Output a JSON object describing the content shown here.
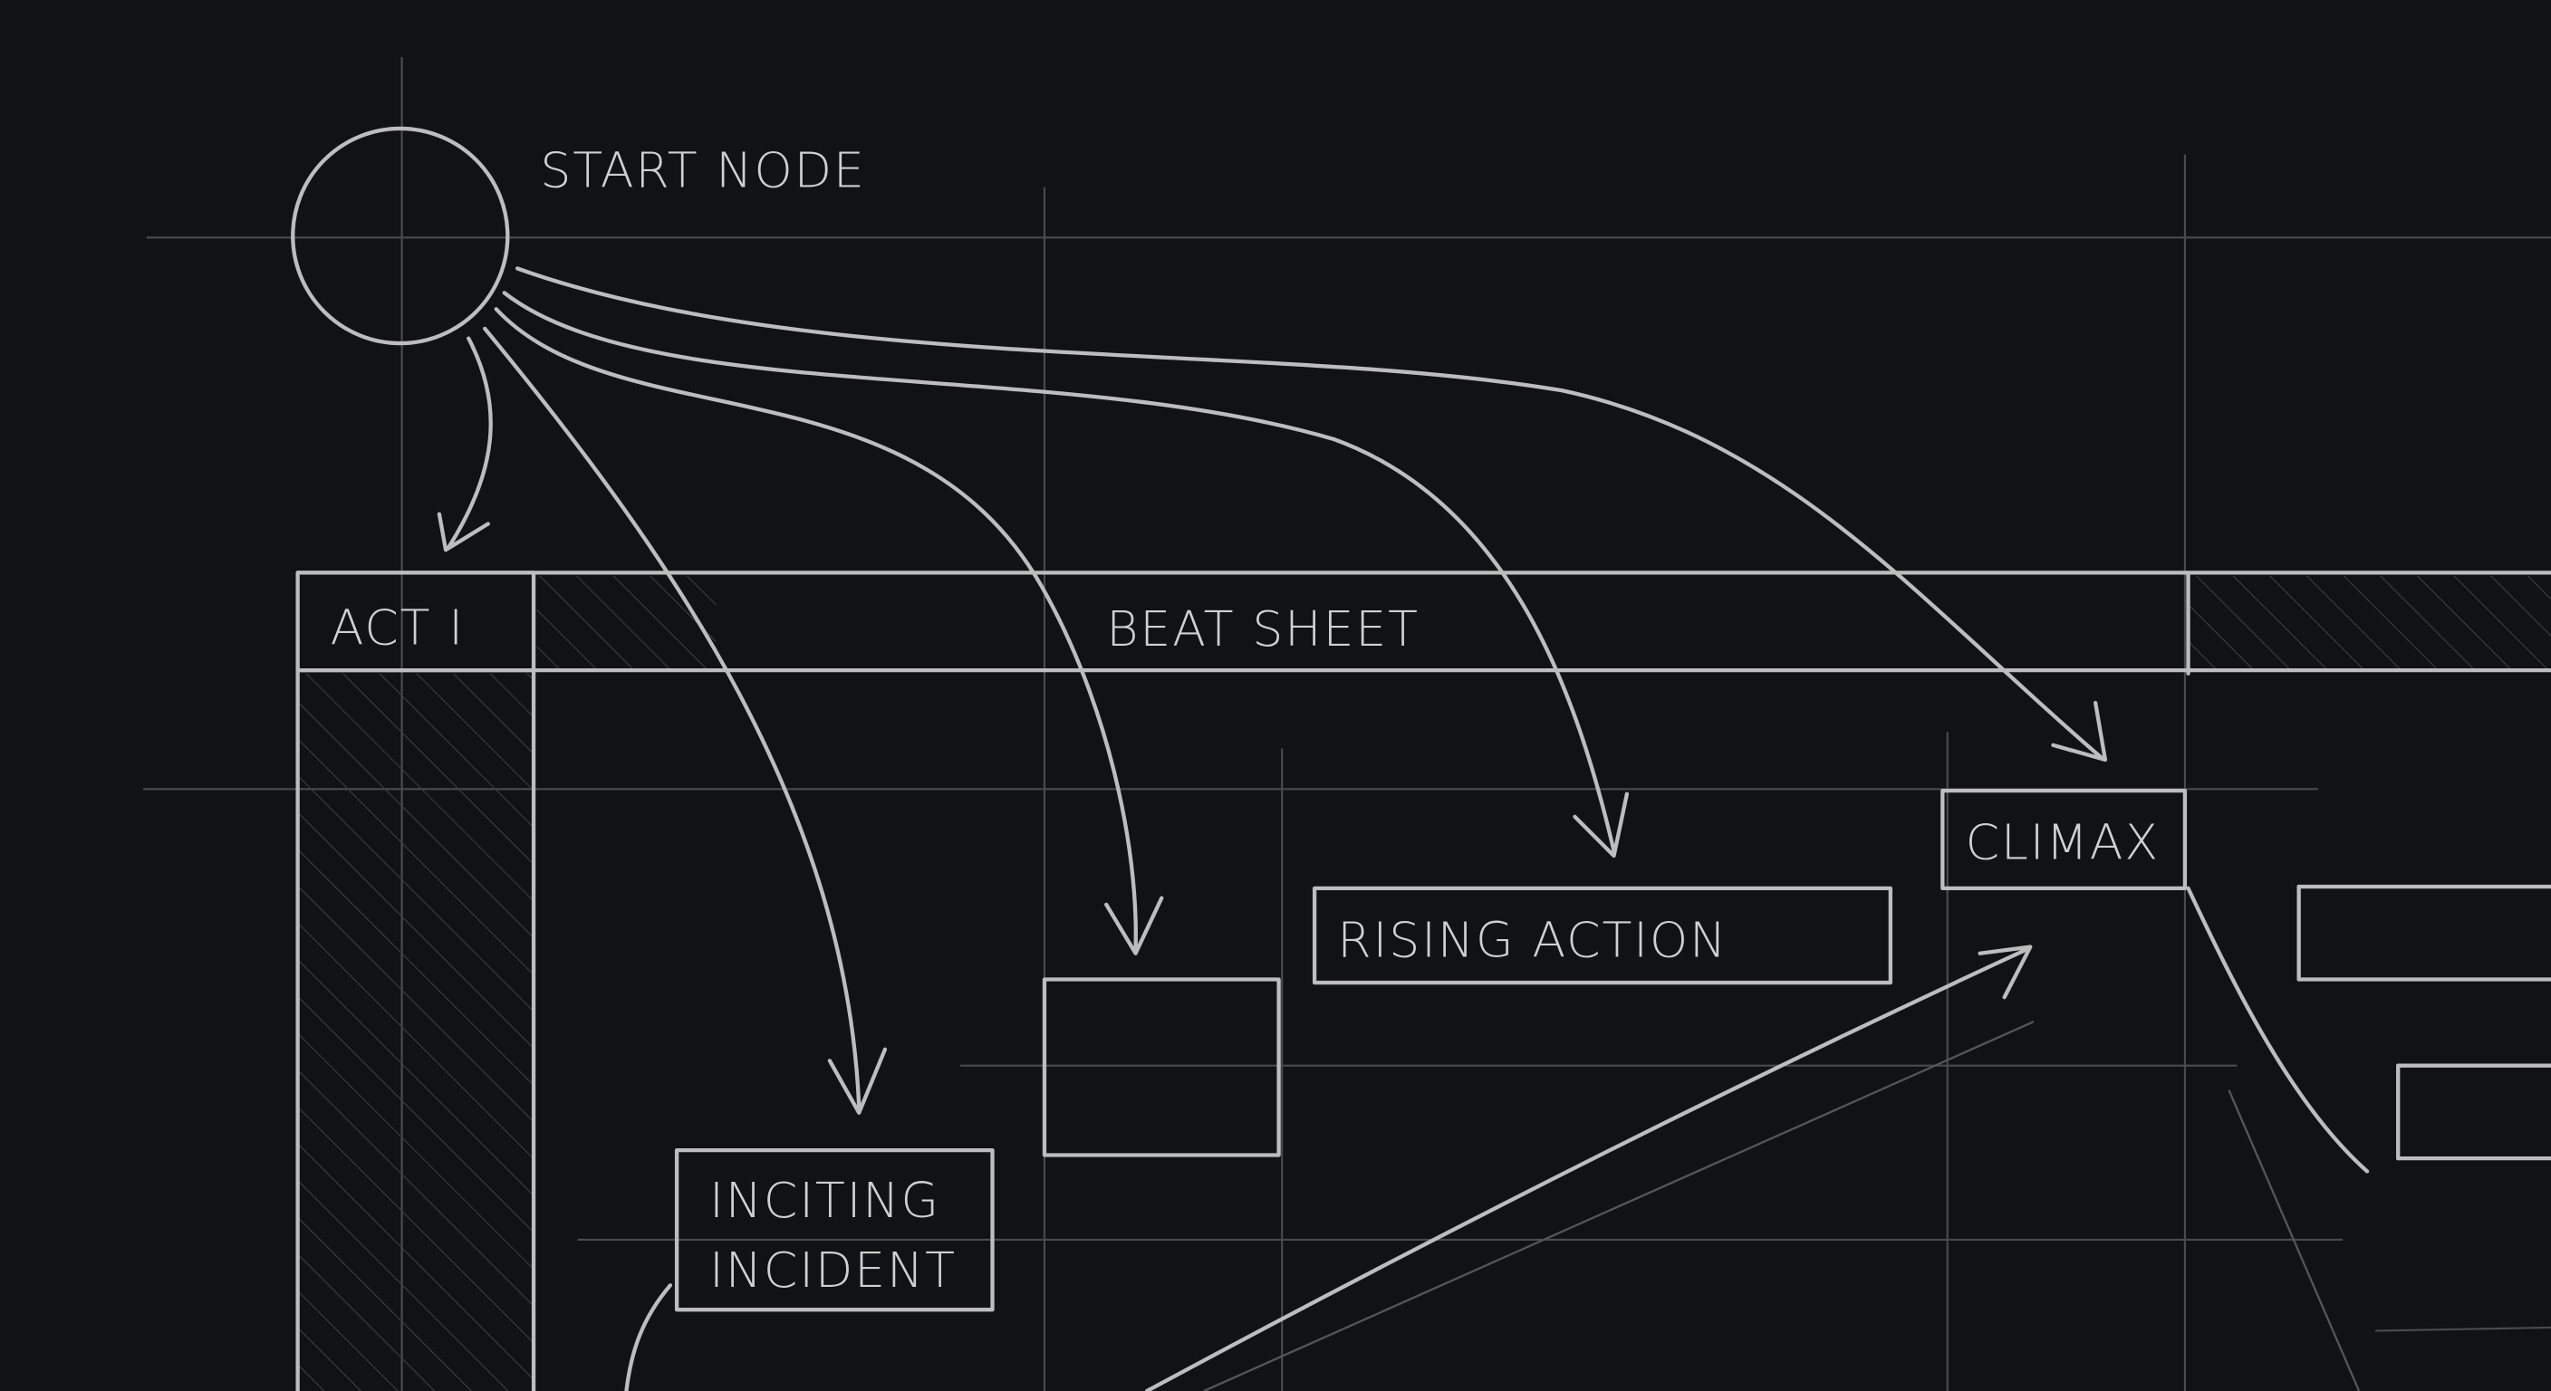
{
  "diagram": {
    "start_node": {
      "label": "START NODE"
    },
    "header": {
      "act_label": "ACT I",
      "title": "BEAT SHEET"
    },
    "nodes": [
      {
        "id": "inciting",
        "lines": [
          "INCITING",
          "INCIDENT"
        ]
      },
      {
        "id": "unnamed-beat",
        "label": ""
      },
      {
        "id": "rising",
        "label": "RISING ACTION"
      },
      {
        "id": "climax",
        "label": "CLIMAX"
      }
    ],
    "edges": [
      {
        "from": "start",
        "to": "act-i"
      },
      {
        "from": "start",
        "to": "inciting"
      },
      {
        "from": "start",
        "to": "unnamed-beat"
      },
      {
        "from": "start",
        "to": "rising"
      },
      {
        "from": "start",
        "to": "climax"
      },
      {
        "from": "offscreen",
        "to": "climax"
      }
    ],
    "colors": {
      "background": "#111213",
      "ink": "#bdbdbd",
      "grid": "#4a4b4c"
    }
  }
}
